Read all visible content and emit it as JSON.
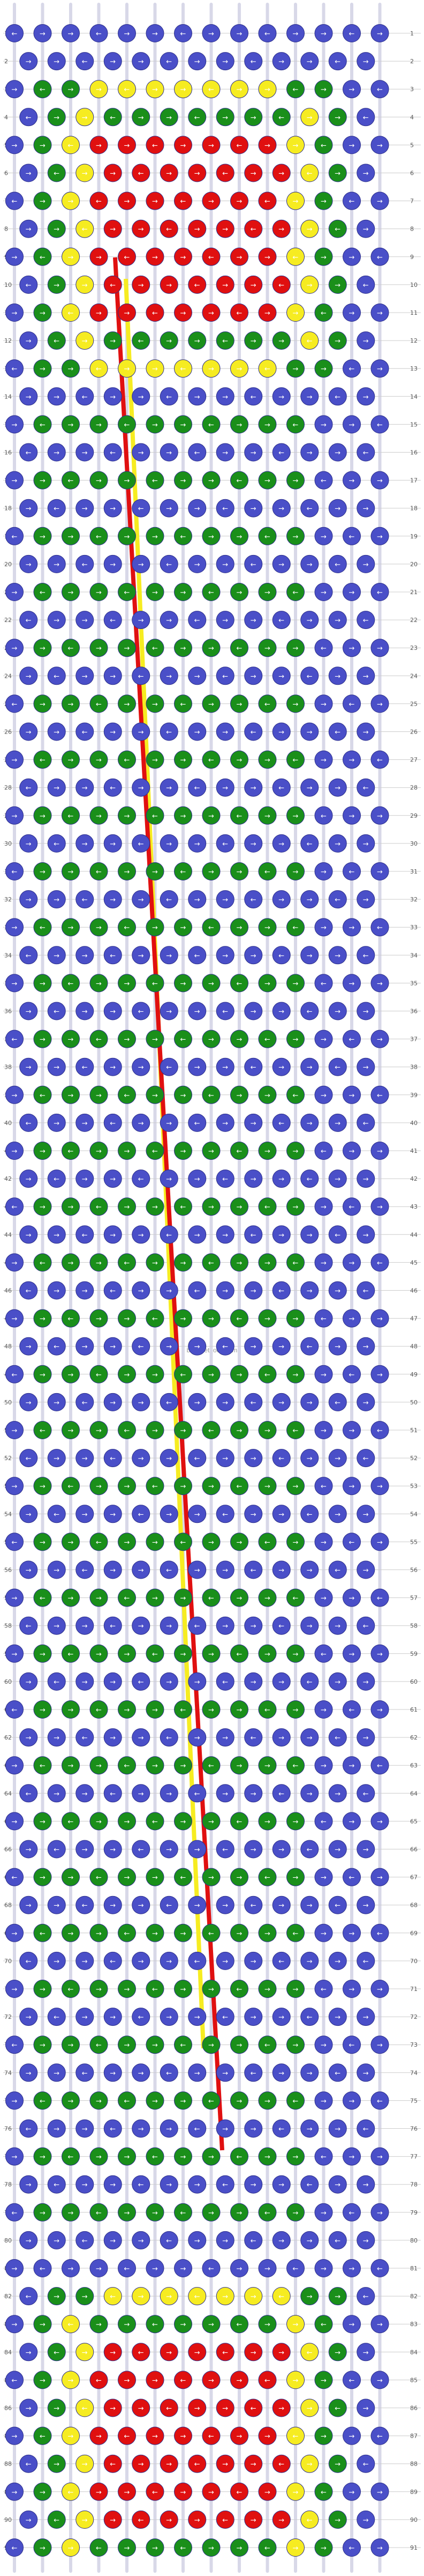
{
  "pattern": {
    "type": "alpha-pattern-with-row-guide",
    "rows": 91,
    "columns": 13,
    "row_numbers": [
      "1",
      "2",
      "3",
      "4",
      "5",
      "6",
      "7",
      "8",
      "9",
      "10",
      "11",
      "12",
      "13",
      "14",
      "15",
      "16",
      "17",
      "18",
      "19",
      "20",
      "21",
      "22",
      "23",
      "24",
      "25",
      "26",
      "27",
      "28",
      "29",
      "30",
      "31",
      "32",
      "33",
      "34",
      "35",
      "36",
      "37",
      "38",
      "39",
      "40",
      "41",
      "42",
      "43",
      "44",
      "45",
      "46",
      "47",
      "48",
      "49",
      "50",
      "51",
      "52",
      "53",
      "54",
      "55",
      "56",
      "57",
      "58",
      "59",
      "60",
      "61",
      "62",
      "63",
      "64",
      "65",
      "66",
      "67",
      "68",
      "69",
      "70",
      "71",
      "72",
      "73",
      "74",
      "75",
      "76",
      "77",
      "78",
      "79",
      "80",
      "81",
      "82",
      "83",
      "84",
      "85",
      "86",
      "87",
      "88",
      "89",
      "90",
      "91"
    ],
    "colors": {
      "background": "#4a4fc8",
      "accent_green": "#1a8f1a",
      "accent_yellow": "#f6ec21",
      "accent_red": "#e01010",
      "strand_white": "#d8d8e8",
      "row_guide_line": "#cccccc"
    },
    "arrow_glyphs": {
      "right": "→",
      "left": "←"
    },
    "watermark": "braceletbook.com"
  }
}
